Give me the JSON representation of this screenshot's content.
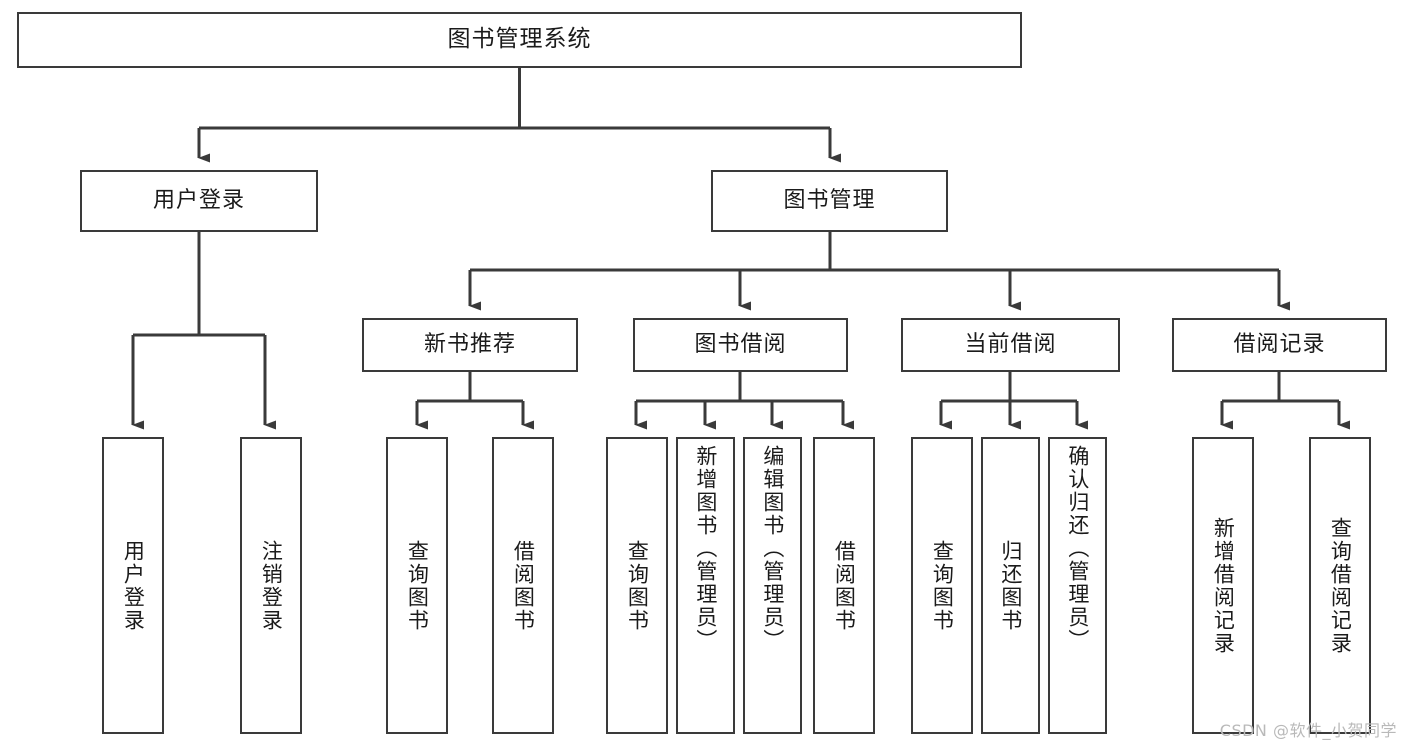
{
  "diagram": {
    "type": "tree-hierarchy-diagram",
    "root": {
      "label": "图书管理系统"
    },
    "level1": [
      {
        "label": "用户登录"
      },
      {
        "label": "图书管理"
      }
    ],
    "level2": [
      {
        "label": "新书推荐"
      },
      {
        "label": "图书借阅"
      },
      {
        "label": "当前借阅"
      },
      {
        "label": "借阅记录"
      }
    ],
    "leaves": {
      "user_login": [
        {
          "label": "用户登录"
        },
        {
          "label": "注销登录"
        }
      ],
      "new_book_recommend": [
        {
          "label": "查询图书"
        },
        {
          "label": "借阅图书"
        }
      ],
      "book_borrow": [
        {
          "label": "查询图书"
        },
        {
          "label": "新增图书（管理员）"
        },
        {
          "label": "编辑图书（管理员）"
        },
        {
          "label": "借阅图书"
        }
      ],
      "current_borrow": [
        {
          "label": "查询图书"
        },
        {
          "label": "归还图书"
        },
        {
          "label": "确认归还（管理员）"
        }
      ],
      "borrow_record": [
        {
          "label": "新增借阅记录"
        },
        {
          "label": "查询借阅记录"
        }
      ]
    }
  },
  "watermark": {
    "text": "CSDN @软件_小贺同学"
  },
  "colors": {
    "box_border": "#3a3a3a",
    "line": "#3a3a3a",
    "text": "#1b1b1b",
    "background": "#ffffff",
    "watermark": "#b9b9b9"
  }
}
